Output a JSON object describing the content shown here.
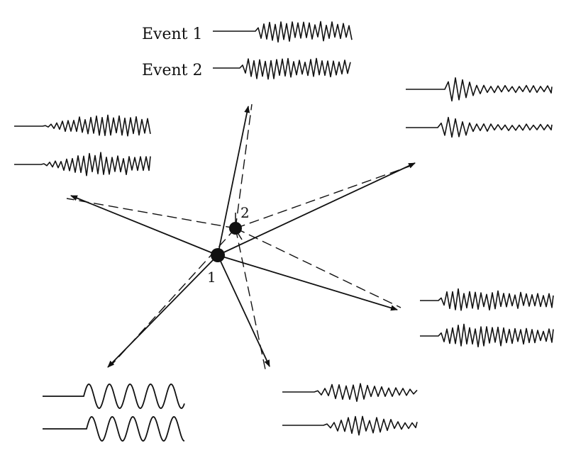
{
  "legend": {
    "event_1": "Event 1",
    "event_2": "Event 2"
  },
  "sources": [
    {
      "label": "1"
    },
    {
      "label": "2"
    }
  ],
  "colors": {
    "ink": "#111111",
    "background": "#ffffff"
  }
}
